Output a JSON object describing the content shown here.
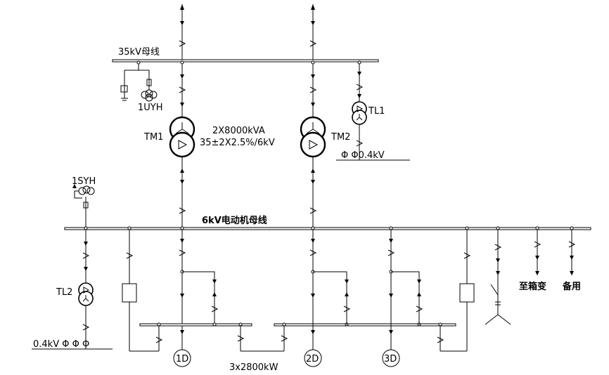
{
  "labels": {
    "bus_35kv": "35kV母线",
    "bus_6kv": "6kV电动机母线",
    "pt_1uyh": "1UYH",
    "pt_1syh": "1SYH",
    "tm1": "TM1",
    "tm2": "TM2",
    "tl1": "TL1",
    "tl2": "TL2",
    "tx_rating_1": "2X8000kVA",
    "tx_rating_2": "35±2X2.5%/6kV",
    "lv_right": "Φ Φ0.4kV",
    "lv_left": "0.4kV Φ Φ Φ",
    "to_box_sub": "至箱变",
    "spare": "备用",
    "motor_1": "1D",
    "motor_2": "2D",
    "motor_3": "3D",
    "motor_rating": "3x2800kW"
  }
}
